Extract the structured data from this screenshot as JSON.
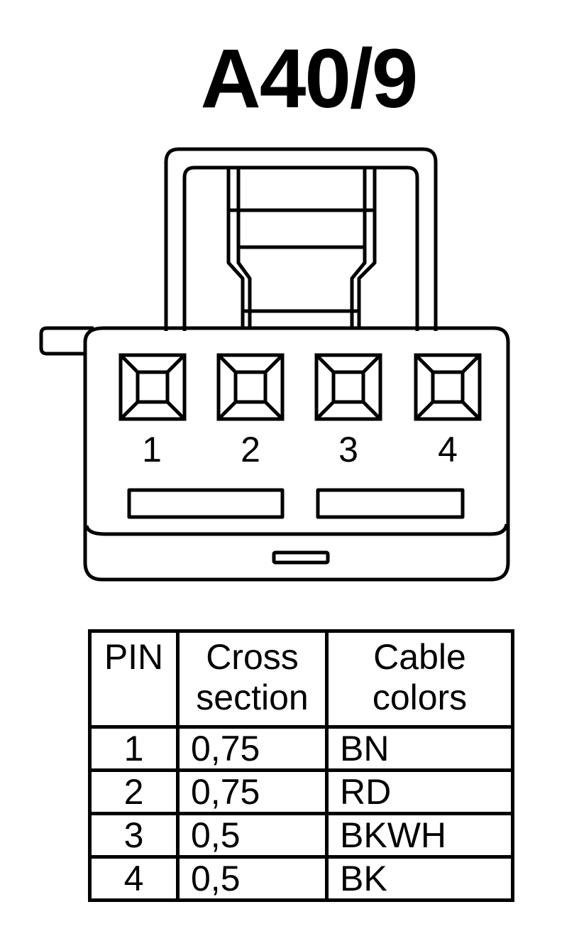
{
  "title": "A40/9",
  "connector": {
    "pins": [
      "1",
      "2",
      "3",
      "4"
    ]
  },
  "table": {
    "headers": {
      "pin": "PIN",
      "cross_line1": "Cross",
      "cross_line2": "section",
      "colors_line1": "Cable",
      "colors_line2": "colors"
    },
    "rows": [
      {
        "pin": "1",
        "cross_section": "0,75",
        "cable_color": "BN"
      },
      {
        "pin": "2",
        "cross_section": "0,75",
        "cable_color": "RD"
      },
      {
        "pin": "3",
        "cross_section": "0,5",
        "cable_color": "BKWH"
      },
      {
        "pin": "4",
        "cross_section": "0,5",
        "cable_color": "BK"
      }
    ]
  }
}
